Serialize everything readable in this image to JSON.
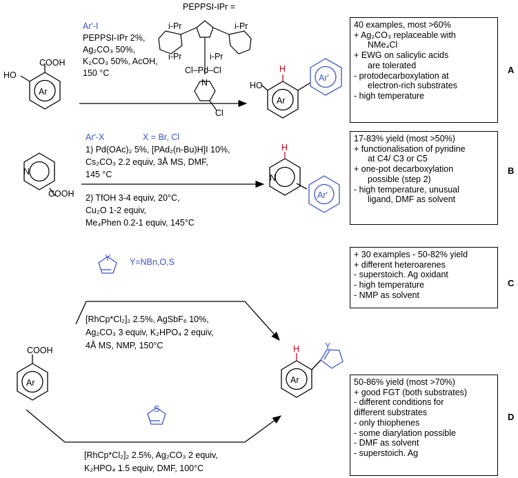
{
  "colors": {
    "accent_blue": "#3b55c7",
    "highlight_red": "#d0021b",
    "line": "#000000"
  },
  "labels": {
    "peppsi_title": "PEPPSI-IPr =",
    "ipr_1": "i-Pr",
    "ipr_2": "i-Pr",
    "ipr_3": "i-Pr",
    "ipr_4": "i-Pr",
    "pd_line": "Cl–Pd–Cl",
    "n_atom": "N",
    "cl_atom": "Cl",
    "cooh": "COOH",
    "ho": "HO",
    "ar": "Ar",
    "ar_prime": "Ar'",
    "h": "H",
    "y": "Y",
    "s": "S"
  },
  "reactions": {
    "A": {
      "reagent_blue": "Ar'-I",
      "conditions": [
        "PEPPSI-IPr 2%,",
        "Ag₂CO₃ 50%,",
        "K₂CO₃ 50%, AcOH,",
        "150 °C"
      ]
    },
    "B": {
      "reagent_blue": "Ar'-X",
      "halide_blue": "X = Br, Cl",
      "conditions_top": [
        "1) Pd(OAc)₂ 5%, [PAd₂(n-Bu)H]I 10%,",
        "Cs₂CO₃ 2.2 equiv, 3Å MS, DMF,",
        "145 °C"
      ],
      "conditions_bottom": [
        "2) TfOH 3-4 equiv, 20°C,",
        "Cu₂O 1-2 equiv,",
        "Me₄Phen 0.2-1 equiv, 145°C"
      ]
    },
    "C": {
      "heteroarene_blue": "Y=NBn,O,S",
      "conditions": [
        "[RhCp*Cl₂]₂ 2.5%, AgSbF₆ 10%,",
        "Ag₂CO₃ 3 equiv, K₂HPO₄ 2 equiv,",
        "4Å MS, NMP, 150°C"
      ]
    },
    "D": {
      "conditions": [
        "[RhCp*Cl₂]₂ 2.5%, Ag₂CO₃ 2 equiv,",
        "K₂HPO₄ 1.5 equiv, DMF, 100°C"
      ]
    }
  },
  "notes": {
    "A": {
      "label": "A",
      "lines": [
        "40 examples, most >60%",
        "+ Ag₂CO₃ replaceable with",
        "NMe₄Cl",
        "+ EWG on salicylic acids",
        "are tolerated",
        "- protodecarboxylation at",
        "electron-rich substrates",
        "- high temperature"
      ]
    },
    "B": {
      "label": "B",
      "lines": [
        "17-83% yield (most >50%)",
        "+ functionalisation of pyridine",
        "at C4/ C3 or C5",
        "+ one-pot decarboxylation",
        "possible (step 2)",
        "- high temperature, unusual",
        "ligand, DMF as solvent"
      ]
    },
    "C": {
      "label": "C",
      "lines": [
        "+ 30 examples - 50-82% yield",
        "+ different heteroarenes",
        "- superstoich. Ag oxidant",
        "- high temperature",
        "- NMP as solvent"
      ]
    },
    "D": {
      "label": "D",
      "lines": [
        "50-86% yield (most >70%)",
        "+ good FGT (both substrates)",
        "- different conditions for",
        "different substrates",
        "- only thiophenes",
        "- some diarylation possible",
        "- DMF as solvent",
        "- superstoich. Ag"
      ]
    }
  }
}
